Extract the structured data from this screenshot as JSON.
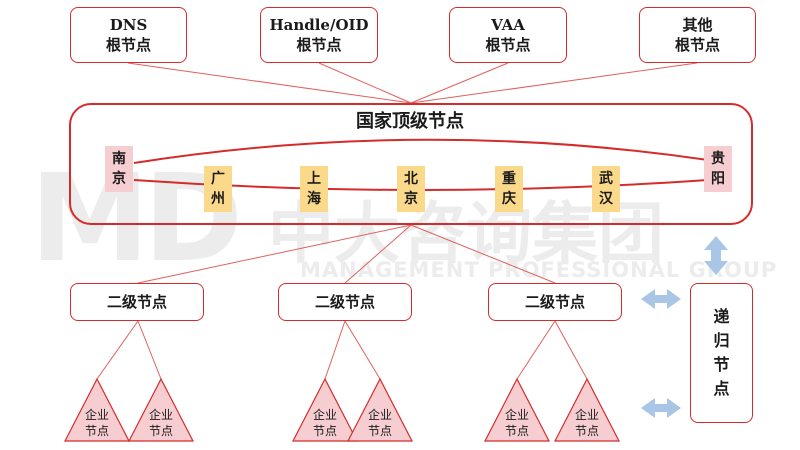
{
  "root_nodes": [
    {
      "line1": "DNS",
      "line2": "根节点"
    },
    {
      "line1": "Handle/OID",
      "line2": "根节点"
    },
    {
      "line1": "VAA",
      "line2": "根节点"
    },
    {
      "line1": "其他",
      "line2": "根节点"
    }
  ],
  "national": {
    "title": "国家顶级节点",
    "cities": [
      {
        "name": "南京",
        "chars": [
          "南",
          "京"
        ]
      },
      {
        "name": "广州",
        "chars": [
          "广",
          "州"
        ]
      },
      {
        "name": "上海",
        "chars": [
          "上",
          "海"
        ]
      },
      {
        "name": "北京",
        "chars": [
          "北",
          "京"
        ]
      },
      {
        "name": "重庆",
        "chars": [
          "重",
          "庆"
        ]
      },
      {
        "name": "武汉",
        "chars": [
          "武",
          "汉"
        ]
      },
      {
        "name": "贵阳",
        "chars": [
          "贵",
          "阳"
        ]
      }
    ]
  },
  "secondary_nodes": [
    "二级节点",
    "二级节点",
    "二级节点"
  ],
  "enterprise_nodes": [
    {
      "line1": "企业",
      "line2": "节点"
    },
    {
      "line1": "企业",
      "line2": "节点"
    },
    {
      "line1": "企业",
      "line2": "节点"
    },
    {
      "line1": "企业",
      "line2": "节点"
    },
    {
      "line1": "企业",
      "line2": "节点"
    },
    {
      "line1": "企业",
      "line2": "节点"
    }
  ],
  "recursive_node": {
    "chars": [
      "递",
      "归",
      "节",
      "点"
    ]
  },
  "watermark": {
    "logo": "MD",
    "name": "中大咨询集团",
    "sub": "MANAGEMENT PROFESSIONAL GROUP"
  },
  "colors": {
    "border": "#d62b2b",
    "city_yellow": "#fbd98a",
    "city_pink": "#f6cdd0",
    "arrow": "#a9c6e6",
    "line": "#e06060"
  }
}
